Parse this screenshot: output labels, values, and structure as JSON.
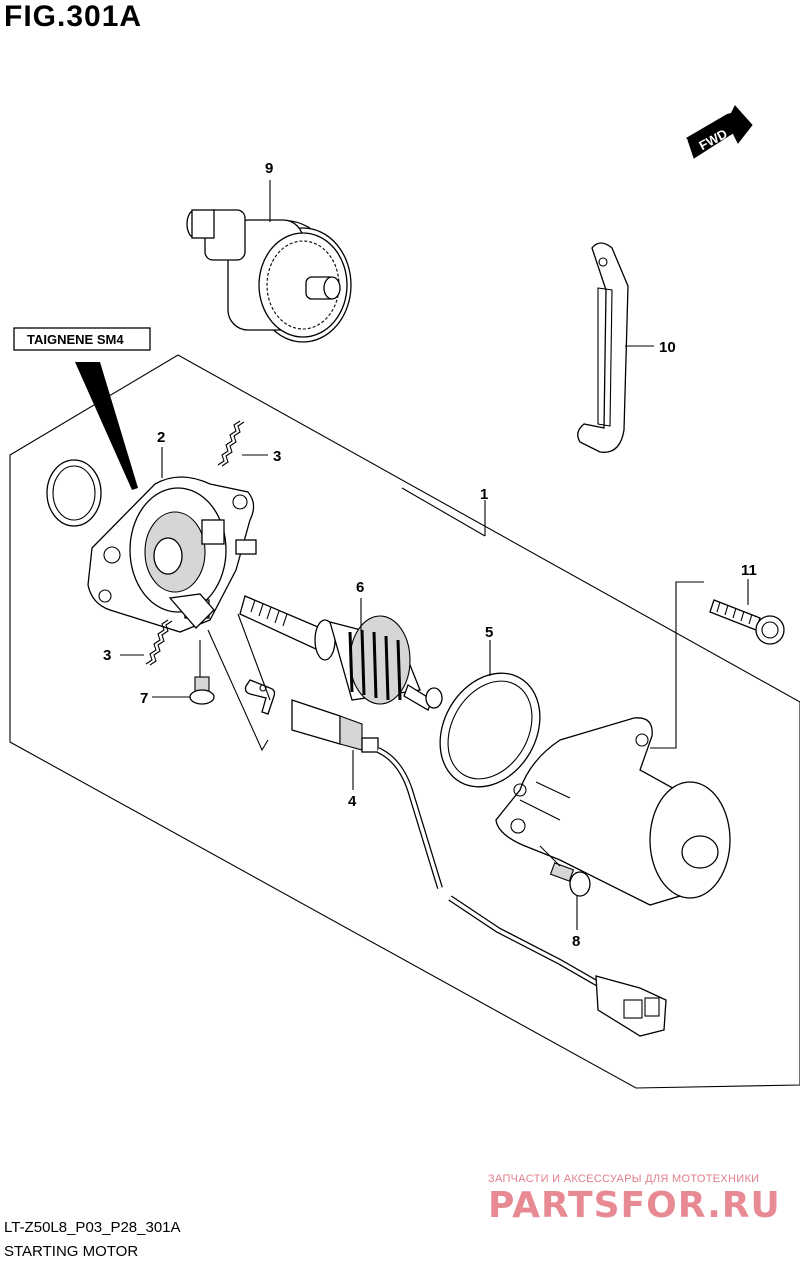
{
  "figure": {
    "title": "FIG.301A",
    "code": "LT-Z50L8_P03_P28_301A",
    "name": "STARTING MOTOR"
  },
  "note_box": {
    "label": "TAIGNENE SM4"
  },
  "direction": {
    "label": "FWD"
  },
  "callouts": {
    "c1": "1",
    "c2": "2",
    "c3a": "3",
    "c3b": "3",
    "c4": "4",
    "c5": "5",
    "c6": "6",
    "c7": "7",
    "c8": "8",
    "c9": "9",
    "c10": "10",
    "c11": "11"
  },
  "watermark": {
    "line1": "ЗАПЧАСТИ И АКСЕССУАРЫ ДЛЯ МОТОТЕХНИКИ",
    "line2": "PARTSFOR.RU"
  }
}
